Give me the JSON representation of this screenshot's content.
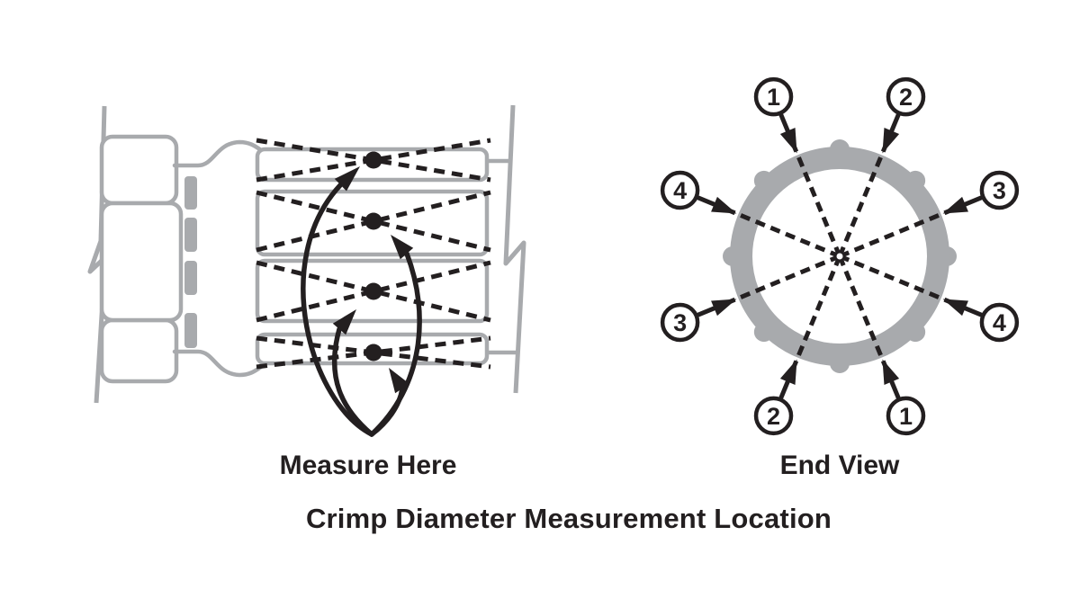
{
  "figure": {
    "caption_left": "Measure Here",
    "caption_right": "End View",
    "title": "Crimp Diameter Measurement Location"
  },
  "side_view": {
    "num_measure_points": 4
  },
  "end_view": {
    "callouts": [
      {
        "label": "1",
        "angle_deg": 112.5
      },
      {
        "label": "2",
        "angle_deg": 67.5
      },
      {
        "label": "3",
        "angle_deg": 22.5
      },
      {
        "label": "4",
        "angle_deg": 157.5
      },
      {
        "label": "3",
        "angle_deg": 202.5
      },
      {
        "label": "2",
        "angle_deg": 247.5
      },
      {
        "label": "1",
        "angle_deg": 292.5
      },
      {
        "label": "4",
        "angle_deg": 337.5
      }
    ]
  },
  "colors": {
    "outline_gray": "#A8AAAD",
    "ink": "#231F20",
    "background": "#FFFFFF"
  }
}
